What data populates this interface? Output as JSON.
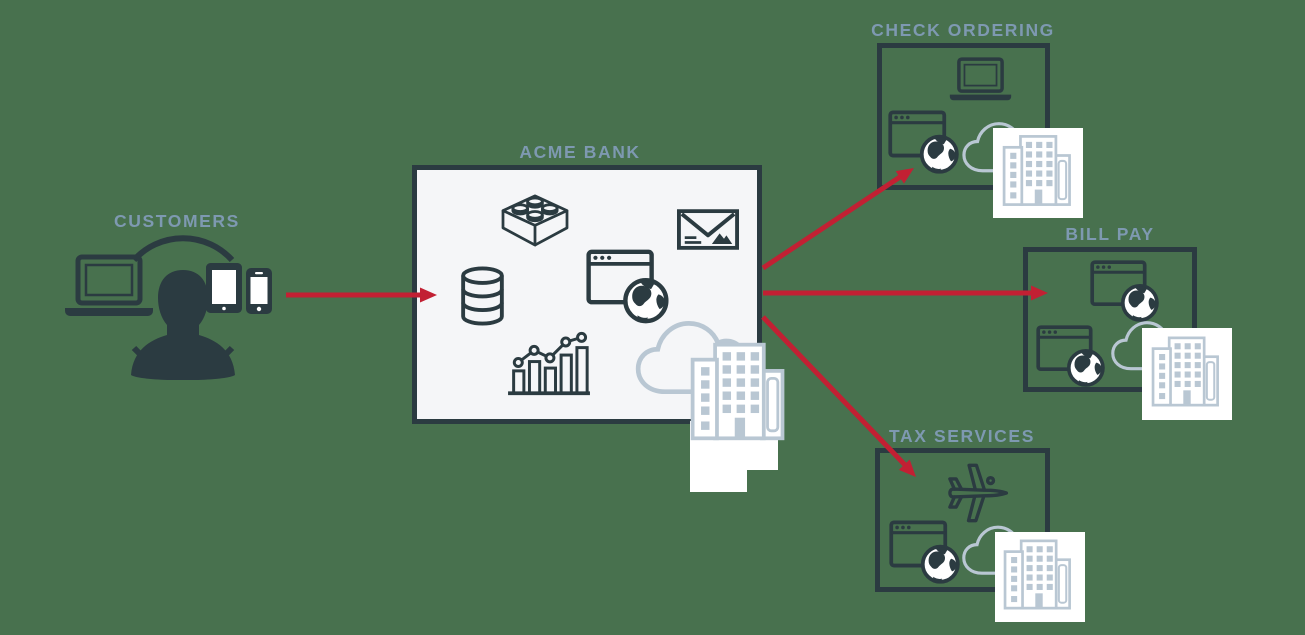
{
  "theme": {
    "bg": "#48714E",
    "ink": "#2B3B41",
    "label": "#7E99B1",
    "accent": "#C22033",
    "panel": "#F5F6F8",
    "soft": "#B9C7D3",
    "white": "#FFFFFF"
  },
  "nodes": {
    "customers": {
      "label": "CUSTOMERS",
      "icons": [
        "user-silhouette-icon",
        "laptop-icon",
        "tablet-icon",
        "smartphone-icon"
      ]
    },
    "acme_bank": {
      "label": "ACME BANK",
      "icons": [
        "lego-brick-icon",
        "envelope-photo-icon",
        "database-icon",
        "browser-globe-icon",
        "bar-chart-icon",
        "cloud-icon",
        "office-building-icon"
      ]
    },
    "check_ordering": {
      "label": "CHECK ORDERING",
      "icons": [
        "laptop-icon",
        "browser-globe-icon",
        "cloud-icon",
        "office-building-icon"
      ]
    },
    "bill_pay": {
      "label": "BILL PAY",
      "icons": [
        "browser-globe-icon",
        "browser-globe-icon",
        "cloud-icon",
        "office-building-icon"
      ]
    },
    "tax_services": {
      "label": "TAX SERVICES",
      "icons": [
        "airplane-icon",
        "browser-globe-icon",
        "cloud-icon",
        "office-building-icon"
      ]
    }
  },
  "edges": [
    {
      "from": "customers",
      "to": "acme_bank"
    },
    {
      "from": "acme_bank",
      "to": "check_ordering"
    },
    {
      "from": "acme_bank",
      "to": "bill_pay"
    },
    {
      "from": "acme_bank",
      "to": "tax_services"
    }
  ]
}
